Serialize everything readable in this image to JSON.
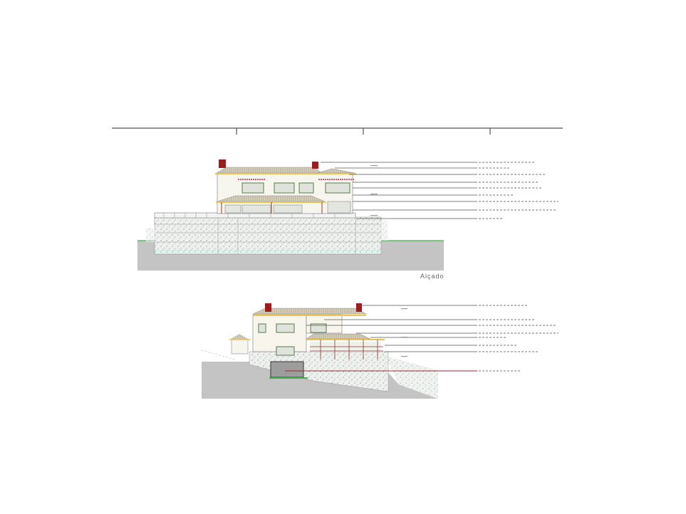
{
  "drawing": {
    "type": "architectural-elevations",
    "scale_bar": {
      "ticks": 4
    },
    "elevations": [
      {
        "id": "upper",
        "caption": "Alçado",
        "leader_count": 9
      },
      {
        "id": "lower",
        "caption": "",
        "leader_count": 8
      }
    ],
    "colors": {
      "ground": "#bdbdbd",
      "grass": "#3fb34f",
      "roof_edge": "#e6c65a",
      "chimney": "#9b1d1d",
      "leader": "#555555",
      "leader_red": "#9b2a2a",
      "window_frame": "#5a7a4a",
      "stone": "#e9ecea"
    }
  }
}
